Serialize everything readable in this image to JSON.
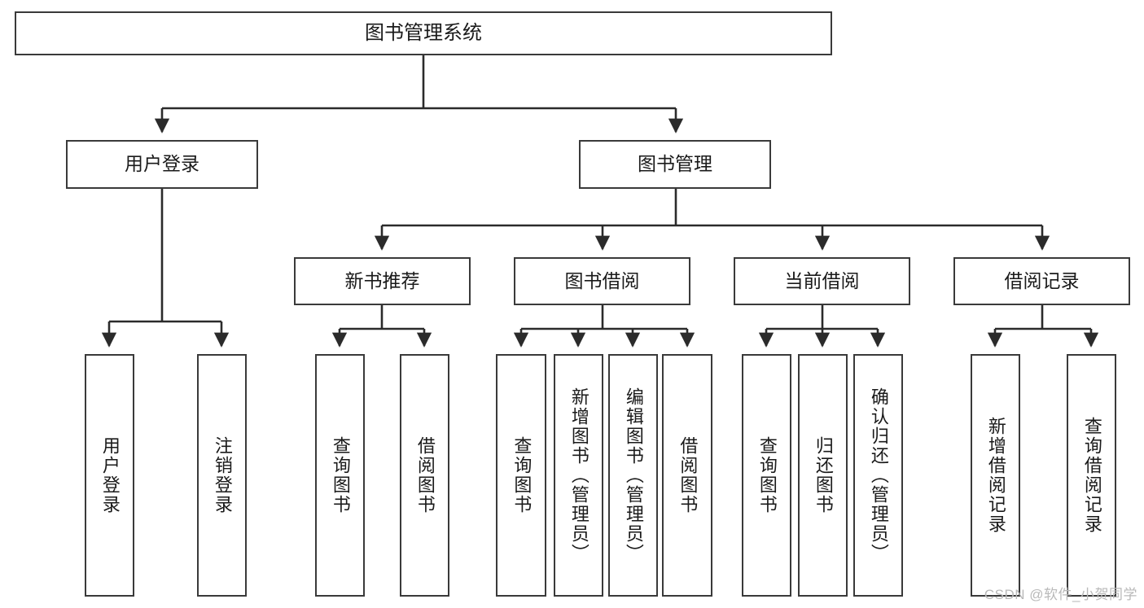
{
  "diagram": {
    "title": "图书管理系统",
    "type": "tree-hierarchy-diagram",
    "colors": {
      "box_border": "#3a3a3a",
      "box_fill": "#ffffff",
      "edge": "#2b2b2b",
      "text": "#1a1a1a",
      "watermark": "#b9b9b9"
    },
    "root": {
      "label": "图书管理系统"
    },
    "level2": [
      {
        "label": "用户登录"
      },
      {
        "label": "图书管理"
      }
    ],
    "level3": [
      {
        "label": "新书推荐"
      },
      {
        "label": "图书借阅"
      },
      {
        "label": "当前借阅"
      },
      {
        "label": "借阅记录"
      }
    ],
    "leaves": {
      "user_login": [
        {
          "label": "用户登录"
        },
        {
          "label": "注销登录"
        }
      ],
      "new_book_recommend": [
        {
          "label": "查询图书"
        },
        {
          "label": "借阅图书"
        }
      ],
      "book_borrow": [
        {
          "label": "查询图书"
        },
        {
          "label": "新增图书（管理员）"
        },
        {
          "label": "编辑图书（管理员）"
        },
        {
          "label": "借阅图书"
        }
      ],
      "current_borrow": [
        {
          "label": "查询图书"
        },
        {
          "label": "归还图书"
        },
        {
          "label": "确认归还（管理员）"
        }
      ],
      "borrow_record": [
        {
          "label": "新增借阅记录"
        },
        {
          "label": "查询借阅记录"
        }
      ]
    }
  },
  "watermark": {
    "text": "CSDN @软件_小贺同学"
  }
}
